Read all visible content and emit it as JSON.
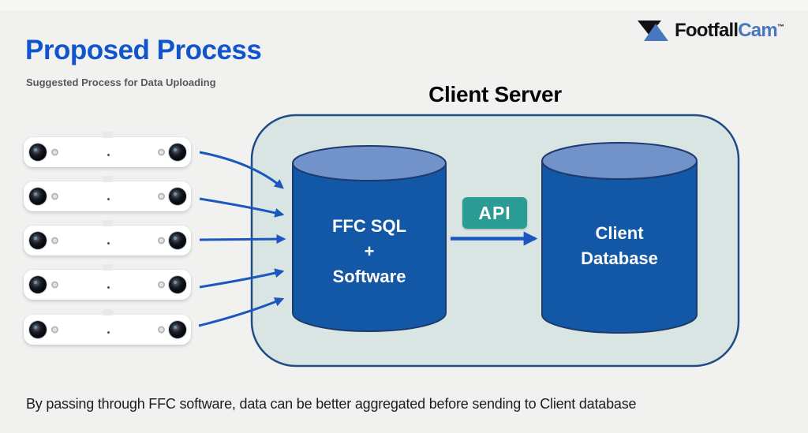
{
  "header": {
    "title": "Proposed Process",
    "subtitle": "Suggested Process for Data Uploading"
  },
  "logo": {
    "name_black": "Footfall",
    "name_blue": "Cam",
    "trademark": "™"
  },
  "diagram": {
    "server_box_label": "Client Server",
    "ffc_database": {
      "line1": "FFC SQL",
      "line2": "+",
      "line3": "Software"
    },
    "client_database": {
      "line1": "Client",
      "line2": "Database"
    },
    "api_badge": "API",
    "device_count": 5,
    "colors": {
      "title_blue": "#1155CE",
      "logo_blue": "#4677BF",
      "container_fill": "#D9E5E3",
      "container_border": "#1F4C85",
      "cylinder_body": "#1358A7",
      "cylinder_top": "#7193C9",
      "cylinder_outline": "#1E3A6E",
      "api_fill": "#2B9C94",
      "arrow": "#1B57BE"
    }
  },
  "footer": {
    "note": "By passing through FFC software, data can be better aggregated before sending to Client database"
  }
}
